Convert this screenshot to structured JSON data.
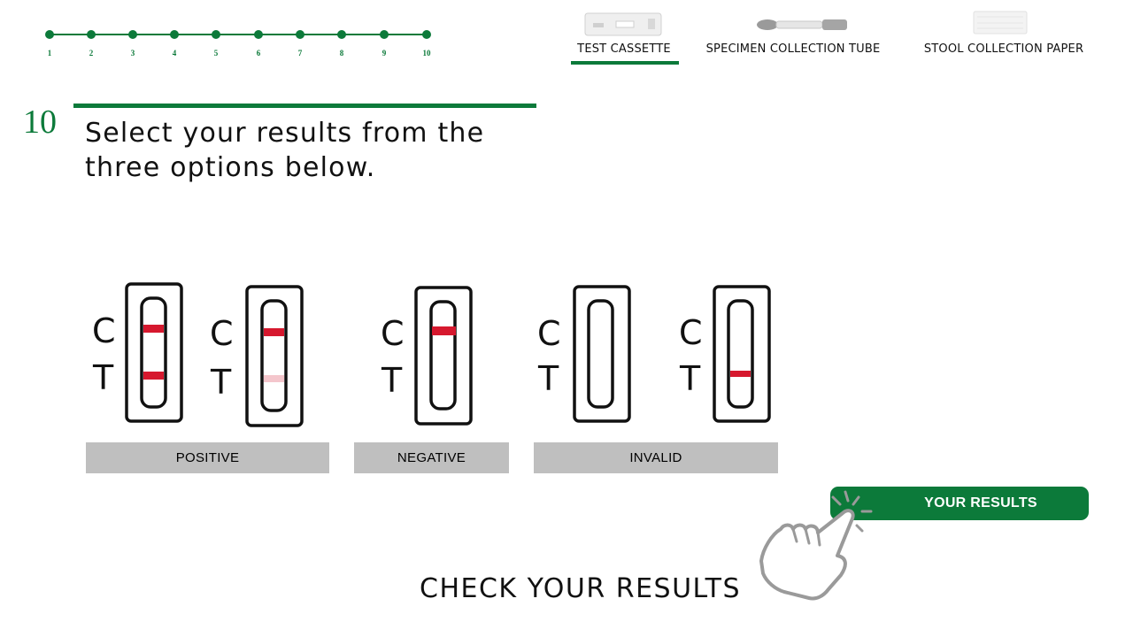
{
  "stepper": {
    "steps": [
      "1",
      "2",
      "3",
      "4",
      "5",
      "6",
      "7",
      "8",
      "9",
      "10"
    ],
    "active_color": "#0c7a3a"
  },
  "kit_tabs": [
    {
      "label": "TEST CASSETTE",
      "icon": "test-cassette-icon",
      "selected": true
    },
    {
      "label": "SPECIMEN COLLECTION TUBE",
      "icon": "collection-tube-icon",
      "selected": false
    },
    {
      "label": "STOOL COLLECTION PAPER",
      "icon": "stool-paper-icon",
      "selected": false
    }
  ],
  "step": {
    "number": "10",
    "instruction": "Select your results from the three options below."
  },
  "cassette_labels": {
    "control": "C",
    "test": "T"
  },
  "results": {
    "positive_label": "POSITIVE",
    "negative_label": "NEGATIVE",
    "invalid_label": "INVALID"
  },
  "your_results_button": {
    "label": "YOUR RESULTS",
    "icon": "tap-hand-icon"
  },
  "check_label": "CHECK YOUR RESULTS",
  "colors": {
    "brand_green": "#0c7a3a",
    "line_red": "#d6182e",
    "faint_red": "#f4c6cc",
    "button_gray": "#bfbfbf"
  }
}
